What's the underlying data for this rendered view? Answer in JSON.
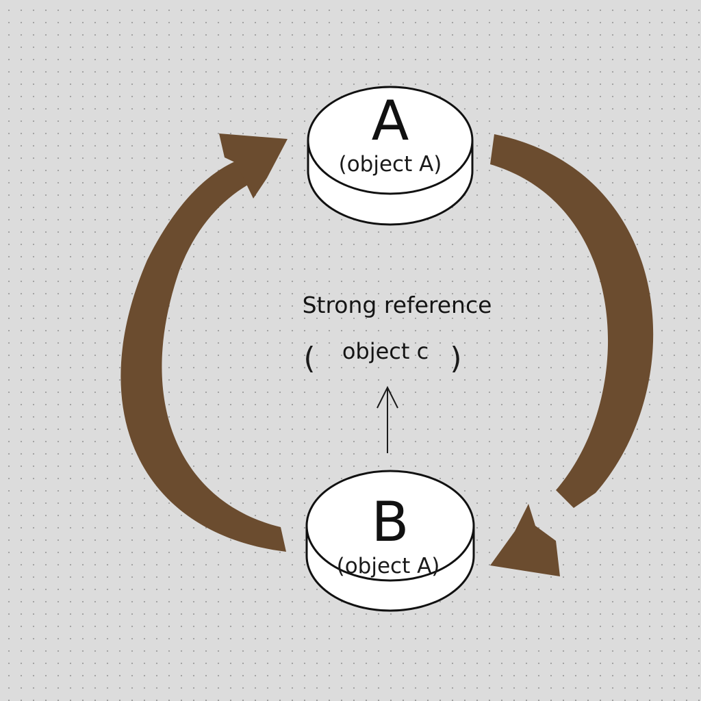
{
  "nodes": {
    "a": {
      "letter": "A",
      "subtitle": "(object A)"
    },
    "b": {
      "letter": "B",
      "subtitle": "(object A)"
    }
  },
  "center": {
    "label": "Strong reference",
    "object_text": "object c",
    "paren_open": "(",
    "paren_close": ")"
  },
  "colors": {
    "arrow": "#6b4c2f",
    "node_fill": "#ffffff",
    "node_stroke": "#111111",
    "background": "#dcdcdc"
  }
}
